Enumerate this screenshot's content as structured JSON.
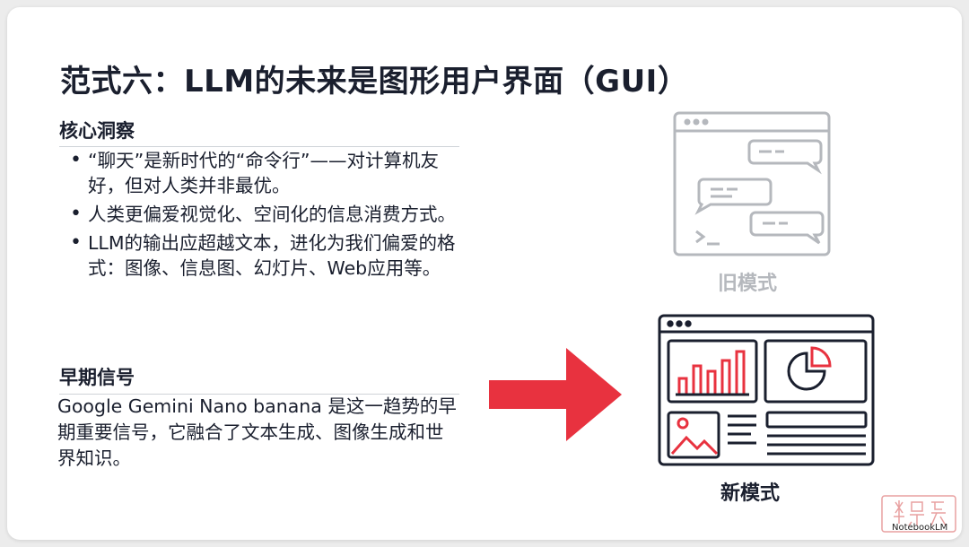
{
  "title": "范式六：LLM的未来是图形用户界面（GUI）",
  "insights": {
    "heading": "核心洞察",
    "bullets": [
      "“聊天”是新时代的“命令行”——对计算机友好，但对人类并非最优。",
      "人类更偏爱视觉化、空间化的信息消费方式。",
      "LLM的输出应超越文本，进化为我们偏爱的格式：图像、信息图、幻灯片、Web应用等。"
    ]
  },
  "signals": {
    "heading": "早期信号",
    "text": "Google Gemini Nano banana 是这一趋势的早期重要信号，它融合了文本生成、图像生成和世界知识。"
  },
  "old_mode": {
    "label": "旧模式",
    "icon": "chat-terminal-window-icon"
  },
  "new_mode": {
    "label": "新模式",
    "icon": "dashboard-gui-icon"
  },
  "arrow": {
    "icon": "arrow-right-icon",
    "color": "#e8323f"
  },
  "watermark": {
    "text": "NotebookLM"
  },
  "colors": {
    "accent": "#e8323f",
    "text": "#1a1f2e",
    "muted": "#b5b8bd"
  }
}
